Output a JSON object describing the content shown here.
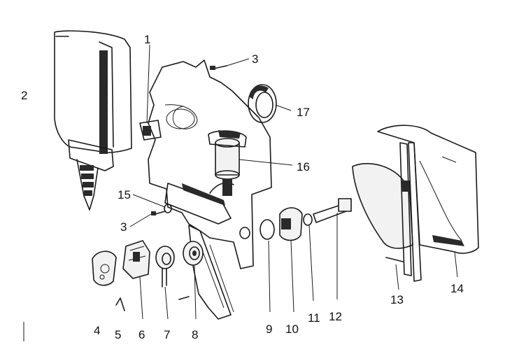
{
  "diagram": {
    "parts": [
      {
        "id": "part-1",
        "label": "1"
      },
      {
        "id": "part-2",
        "label": "2"
      },
      {
        "id": "part-3a",
        "label": "3"
      },
      {
        "id": "part-3b",
        "label": "3"
      },
      {
        "id": "part-4",
        "label": "4"
      },
      {
        "id": "part-5",
        "label": "5"
      },
      {
        "id": "part-6",
        "label": "6"
      },
      {
        "id": "part-7",
        "label": "7"
      },
      {
        "id": "part-8",
        "label": "8"
      },
      {
        "id": "part-9",
        "label": "9"
      },
      {
        "id": "part-10",
        "label": "10"
      },
      {
        "id": "part-11",
        "label": "11"
      },
      {
        "id": "part-12",
        "label": "12"
      },
      {
        "id": "part-13",
        "label": "13"
      },
      {
        "id": "part-14",
        "label": "14"
      },
      {
        "id": "part-15",
        "label": "15"
      },
      {
        "id": "part-16",
        "label": "16"
      },
      {
        "id": "part-17",
        "label": "17"
      }
    ]
  }
}
